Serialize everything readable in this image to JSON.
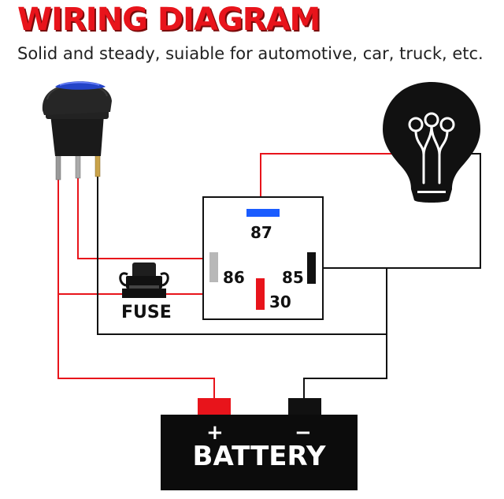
{
  "header": {
    "title": "WIRING DIAGRAM",
    "subtitle": "Solid and steady, suiable for automotive, car, truck, etc."
  },
  "relay": {
    "pin_87": "87",
    "pin_86": "86",
    "pin_85": "85",
    "pin_30": "30"
  },
  "fuse": {
    "label": "FUSE"
  },
  "battery": {
    "label": "BATTERY",
    "positive_symbol": "+",
    "negative_symbol": "−"
  },
  "icons": {
    "switch": "rocker-switch-icon",
    "bulb": "light-bulb-icon",
    "fuse": "fuse-icon"
  },
  "colors": {
    "title": "#e8141b",
    "wire_red": "#e8141b",
    "wire_black": "#111111",
    "pin_blue": "#1a5cff",
    "pin_red": "#e8141b",
    "pin_gray": "#b8b8b8"
  }
}
